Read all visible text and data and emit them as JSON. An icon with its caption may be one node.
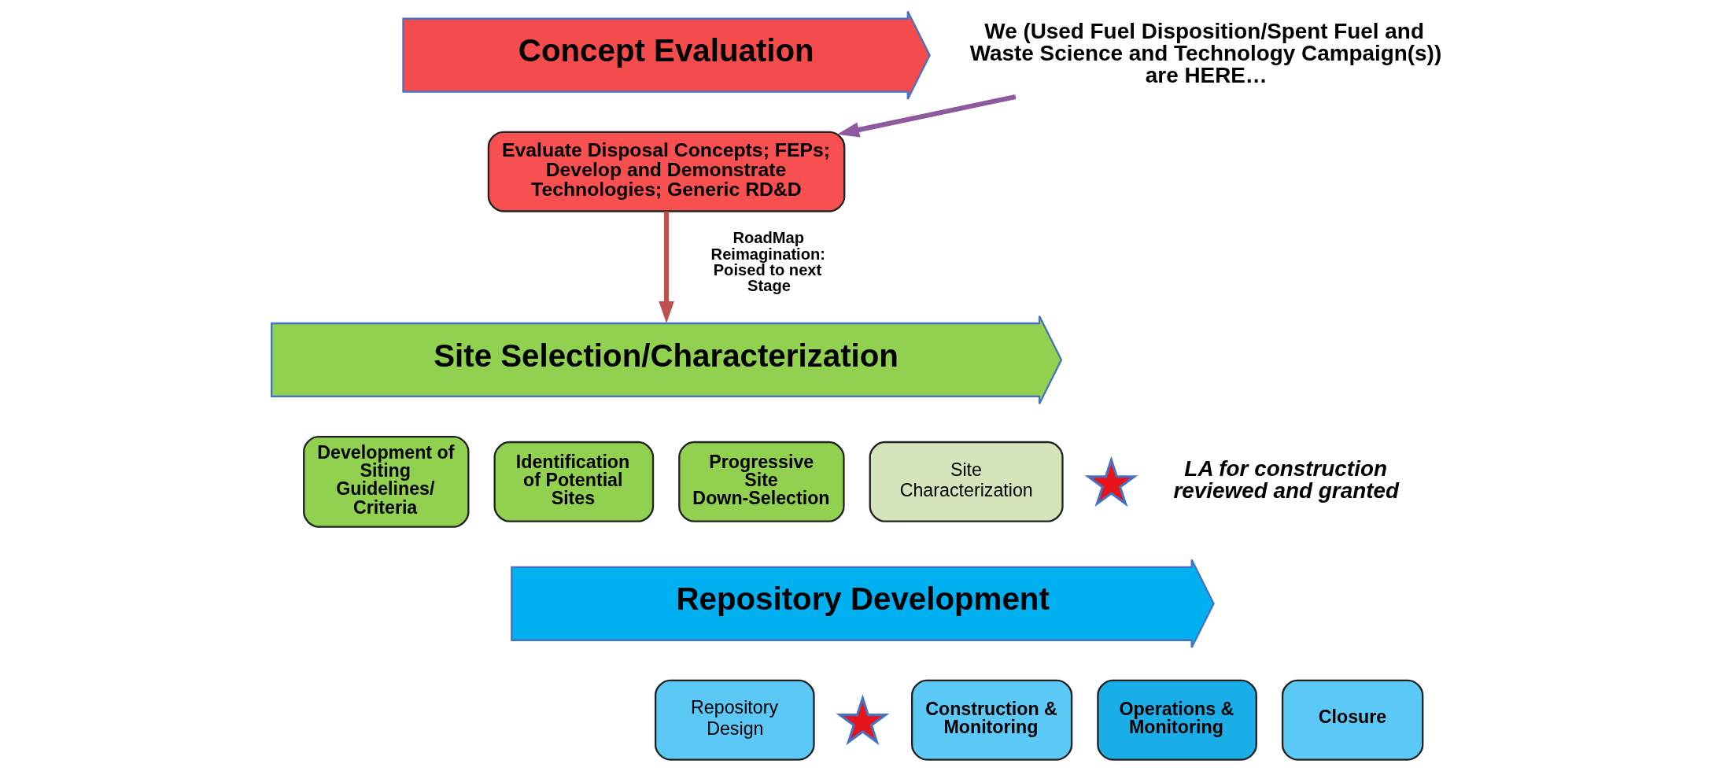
{
  "diagram": {
    "nodes": [
      {
        "text": [
          "Concept Evaluation"
        ]
      },
      {
        "text": [
          "Evaluate Disposal Concepts; FEPs; Develop and Demonstrate Technologies; Generic RD&D"
        ]
      },
      {
        "text": [
          "We (Used Fuel Disposition/Spent Fuel and Waste Science and Technology Campaign(s)) are HERE…"
        ]
      },
      {
        "text": [
          "Site Selection/Characterization"
        ]
      },
      {
        "text": [
          "Development of Siting Guidelines/ Criteria"
        ]
      },
      {
        "text": [
          "Identification of Potential Sites"
        ]
      },
      {
        "text": [
          "Progressive Site Down-Selection"
        ]
      },
      {
        "text": [
          "Site Characterization"
        ]
      },
      {
        "text": [
          "Repository Development"
        ]
      },
      {
        "text": [
          "Repository Design"
        ]
      },
      {
        "text": [
          "Construction & Monitoring"
        ]
      },
      {
        "text": [
          "Operations & Monitoring"
        ]
      },
      {
        "text": [
          "Closure"
        ]
      },
      {
        "text": [],
        "shape": "star",
        "beside": [
          "LA for construction reviewed and granted"
        ]
      },
      {
        "text": [],
        "shape": "star"
      }
    ],
    "edges": [
      {
        "from": 2,
        "to": 1,
        "arrow": "to",
        "color": "#8e5a9e"
      },
      {
        "from": 1,
        "to": 3,
        "arrow": "to",
        "label": "RoadMap Reimagination: Poised to next Stage",
        "color": "#c0504d"
      }
    ]
  }
}
